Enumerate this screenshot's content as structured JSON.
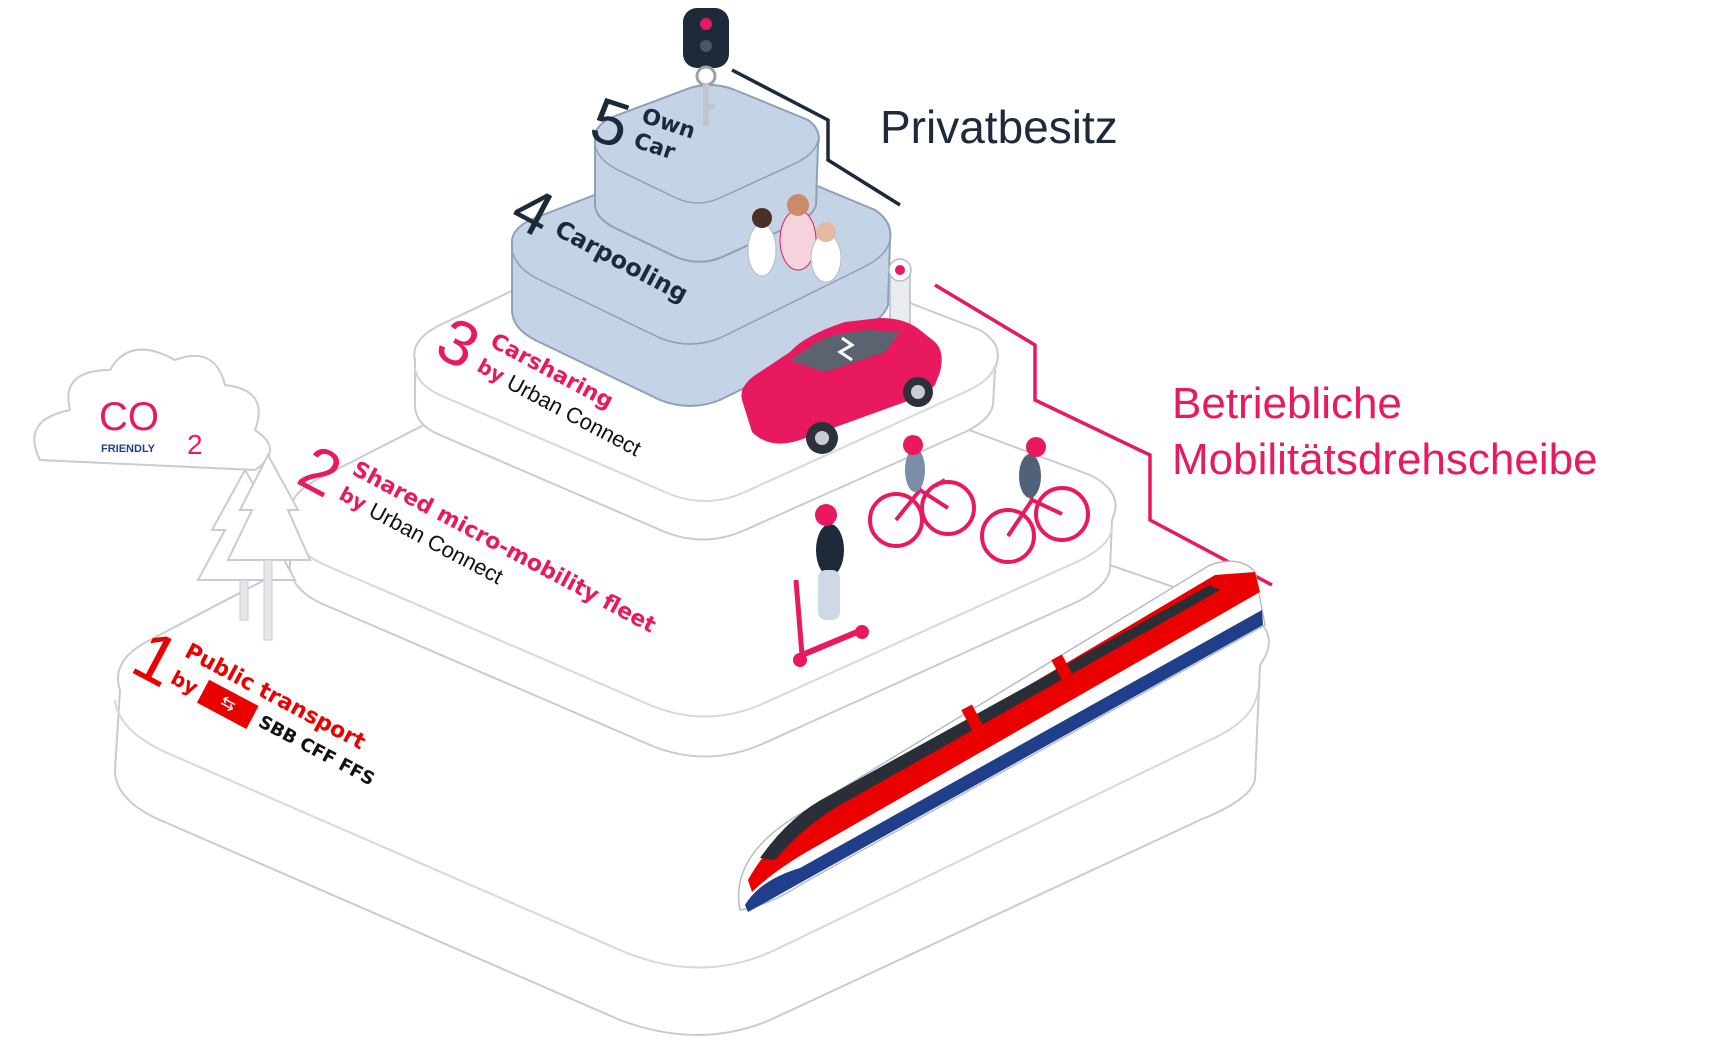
{
  "colors": {
    "accent": "#e8195f",
    "sbb_red": "#eb0000",
    "dark": "#1c2a3a",
    "tier_blue": "#c4d4e6",
    "tier_white": "#ffffff",
    "outline": "#c8ccd2",
    "train_blue": "#1f3f8a"
  },
  "labels": {
    "private": "Privatbesitz",
    "hub_line1": "Betriebliche",
    "hub_line2": "Mobilitätsdrehscheibe"
  },
  "levels": [
    {
      "number": "1",
      "title": "Public transport",
      "by": "by",
      "provider": "SBB CFF FFS"
    },
    {
      "number": "2",
      "title": "Shared micro-mobility fleet",
      "by": "by",
      "provider": "Urban Connect"
    },
    {
      "number": "3",
      "title": "Carsharing",
      "by": "by",
      "provider": "Urban Connect"
    },
    {
      "number": "4",
      "title": "Carpooling"
    },
    {
      "number": "5",
      "title_line1": "Own",
      "title_line2": "Car"
    }
  ],
  "co2": {
    "main": "CO",
    "sub": "2",
    "friendly": "FRIENDLY"
  },
  "icons": [
    "car-key-fob-icon",
    "sbb-logo-icon",
    "cloud-icon",
    "tree-icon",
    "ev-charger-icon",
    "train-icon",
    "car-icon",
    "scooter-icon",
    "bicycle-icon",
    "people-icon"
  ]
}
